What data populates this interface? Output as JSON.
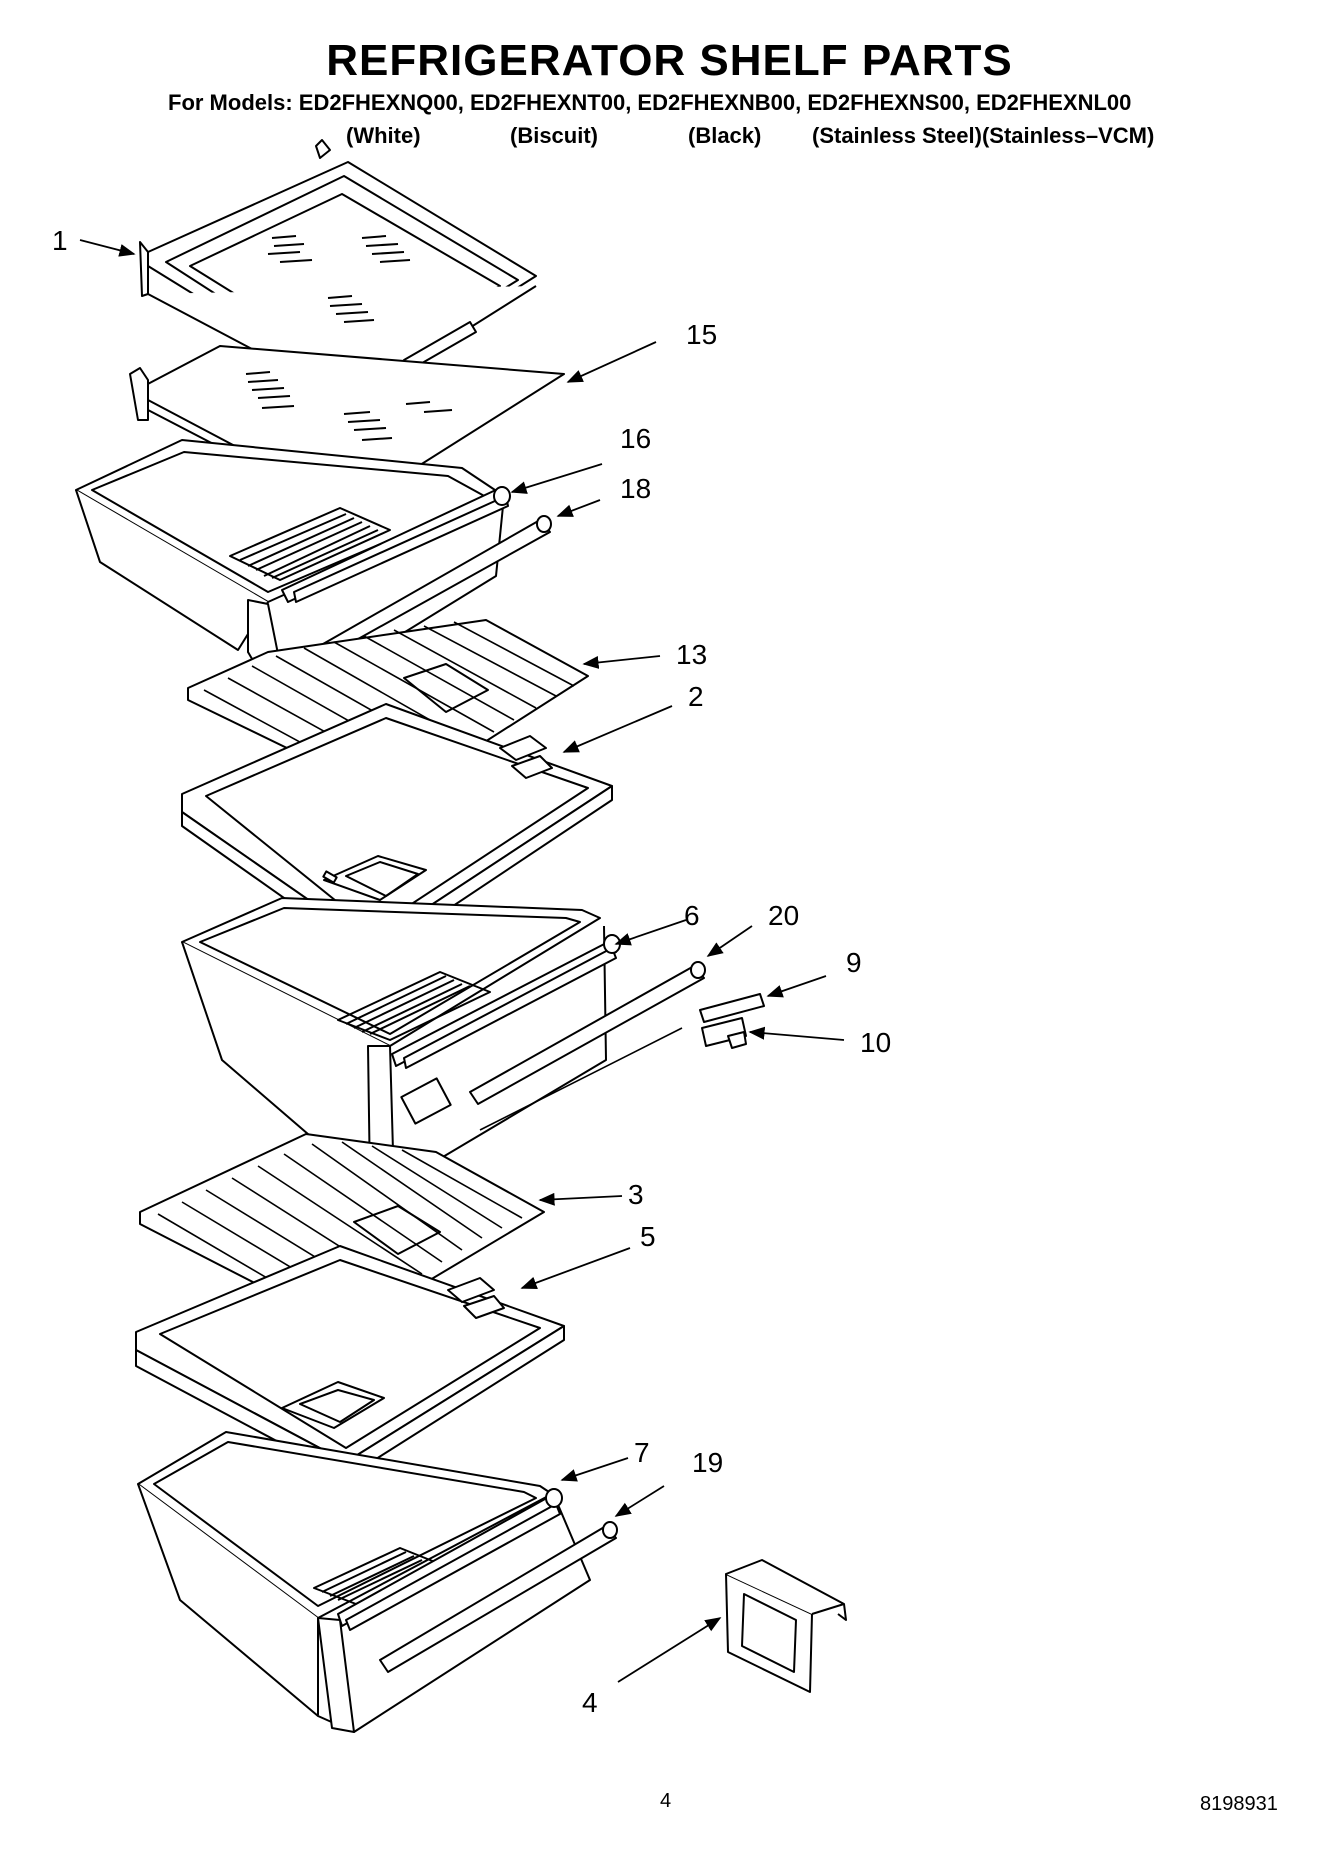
{
  "title": "REFRIGERATOR SHELF PARTS",
  "models_line": "For Models: ED2FHEXNQ00, ED2FHEXNT00, ED2FHEXNB00, ED2FHEXNS00, ED2FHEXNL00",
  "variants": [
    "(White)",
    "(Biscuit)",
    "(Black)",
    "(Stainless Steel)(Stainless–VCM)"
  ],
  "callouts": [
    "1",
    "15",
    "16",
    "18",
    "13",
    "2",
    "6",
    "20",
    "9",
    "10",
    "3",
    "5",
    "7",
    "19",
    "4"
  ],
  "page_number": "4",
  "document_number": "8198931"
}
